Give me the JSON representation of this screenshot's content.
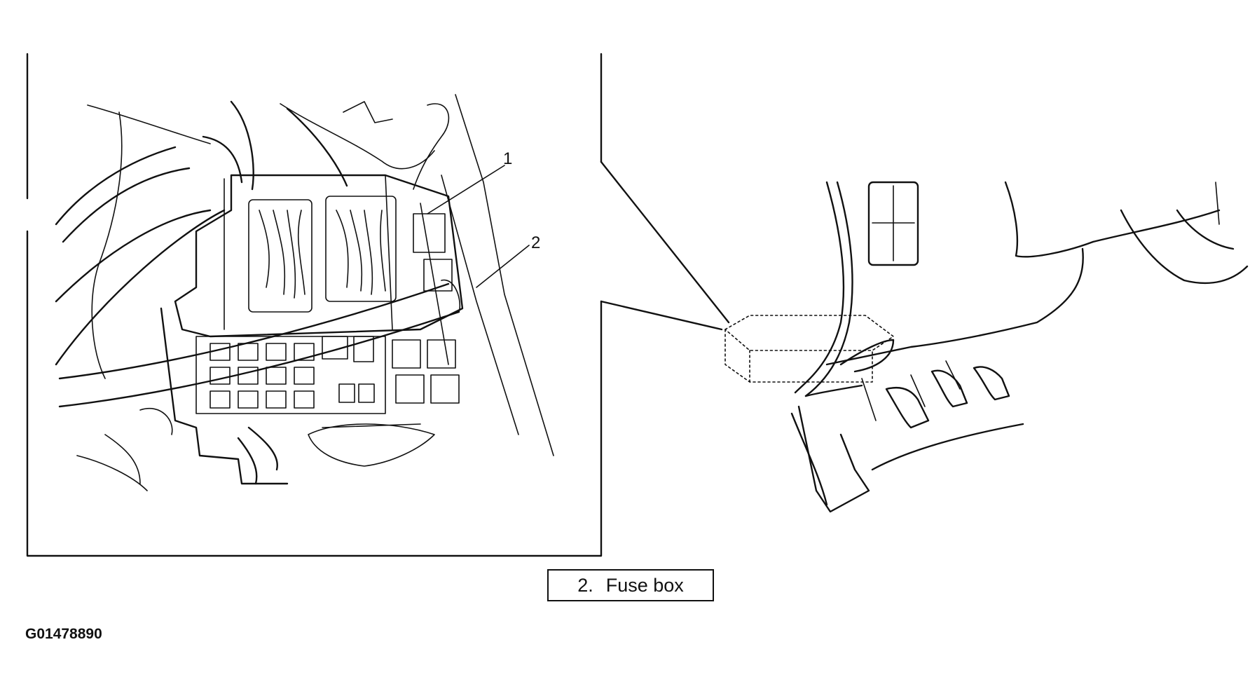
{
  "diagram": {
    "callouts": [
      {
        "label": "1"
      },
      {
        "label": "2"
      }
    ],
    "legend": {
      "number": "2.",
      "text": "Fuse box"
    },
    "figure_id": "G01478890"
  }
}
